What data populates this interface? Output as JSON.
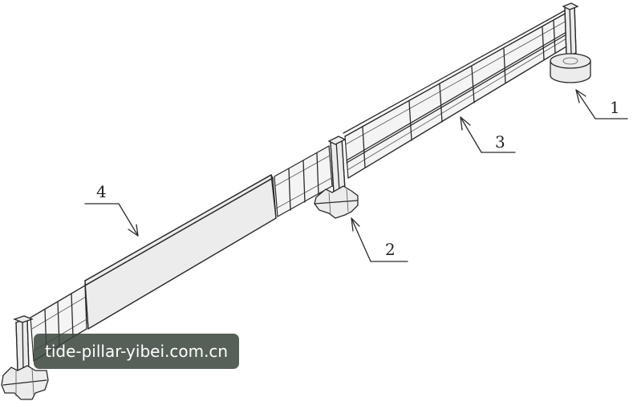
{
  "callouts": {
    "c1": "1",
    "c2": "2",
    "c3": "3",
    "c4": "4"
  },
  "watermark": {
    "text": "tide-pillar-yibei.com.cn"
  },
  "colors": {
    "line": "#2a2a2a",
    "watermark_bg": "#3a463e",
    "watermark_text": "#ffffff"
  }
}
